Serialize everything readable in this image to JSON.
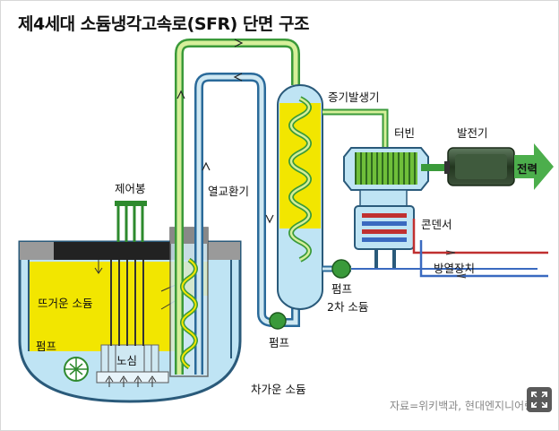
{
  "title": "제4세대 소듐냉각고속로(SFR) 단면 구조",
  "labels": {
    "control_rods": "제어봉",
    "heat_exchanger": "열교환기",
    "steam_generator": "증기발생기",
    "turbine": "터빈",
    "generator": "발전기",
    "electricity": "전력",
    "condenser": "콘덴서",
    "heat_sink": "방열장치",
    "hot_sodium": "뜨거운 소듐",
    "pump_left": "펌프",
    "core": "노심",
    "pump_bottom": "펌프",
    "pump_right": "펌프",
    "secondary_sodium": "2차 소듐",
    "cold_sodium": "차가운 소듐"
  },
  "source": "자료=위키백과, 현대엔지니어링",
  "colors": {
    "hot_sodium": "#f2e600",
    "cold_sodium": "#bfe4f4",
    "pipe_green": "#3a9a3a",
    "pipe_light": "#d6ef9a",
    "arrow_green": "#4cae4c",
    "generator_dark": "#2f4a2f"
  },
  "icons": {
    "expand": "expand-icon"
  }
}
